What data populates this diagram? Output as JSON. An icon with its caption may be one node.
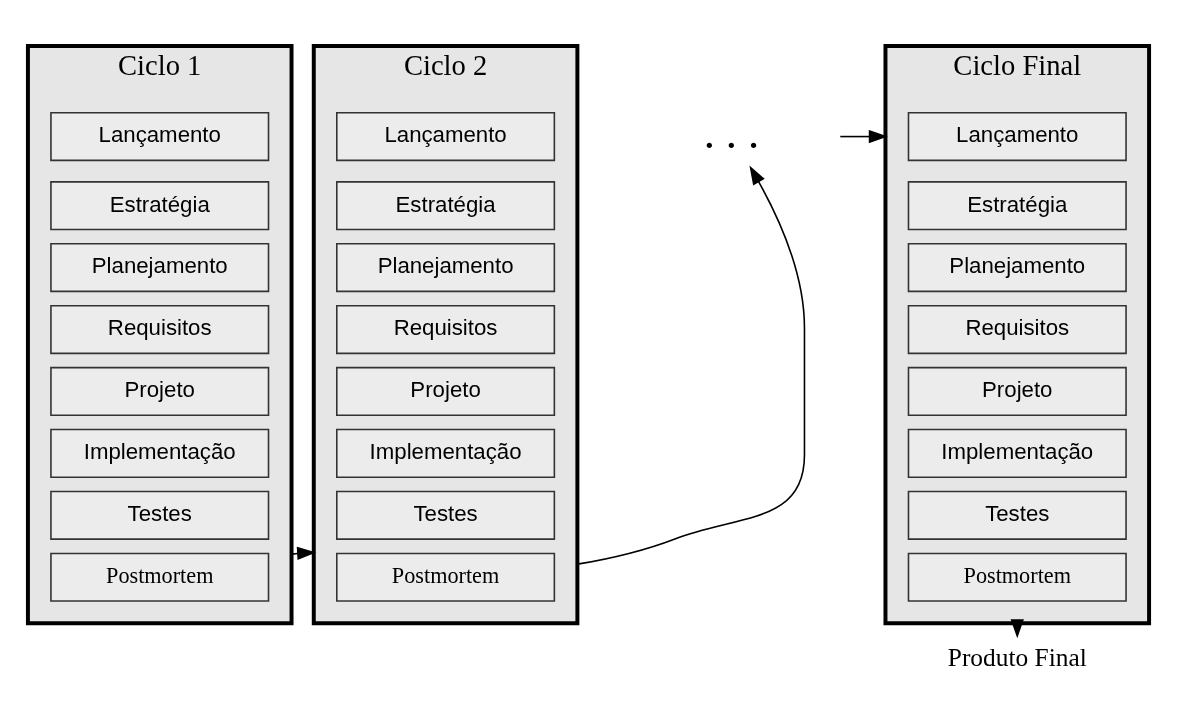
{
  "diagram": {
    "nodes": [
      {
        "text": [
          "Ciclo 1"
        ]
      },
      {
        "text": [
          "Lançamento"
        ],
        "in": 0
      },
      {
        "text": [
          "Estratégia"
        ],
        "in": 0
      },
      {
        "text": [
          "Planejamento"
        ],
        "in": 0
      },
      {
        "text": [
          "Requisitos"
        ],
        "in": 0
      },
      {
        "text": [
          "Projeto"
        ],
        "in": 0
      },
      {
        "text": [
          "Implementação"
        ],
        "in": 0
      },
      {
        "text": [
          "Testes"
        ],
        "in": 0
      },
      {
        "text": [
          "Postmortem"
        ],
        "in": 0
      },
      {
        "text": [
          "Ciclo 2"
        ]
      },
      {
        "text": [
          "Lançamento"
        ],
        "in": 9
      },
      {
        "text": [
          "Estratégia"
        ],
        "in": 9
      },
      {
        "text": [
          "Planejamento"
        ],
        "in": 9
      },
      {
        "text": [
          "Requisitos"
        ],
        "in": 9
      },
      {
        "text": [
          "Projeto"
        ],
        "in": 9
      },
      {
        "text": [
          "Implementação"
        ],
        "in": 9
      },
      {
        "text": [
          "Testes"
        ],
        "in": 9
      },
      {
        "text": [
          "Postmortem"
        ],
        "in": 9
      },
      {
        "text": [
          ". . ."
        ]
      },
      {
        "text": [
          "Ciclo Final"
        ]
      },
      {
        "text": [
          "Lançamento"
        ],
        "in": 19
      },
      {
        "text": [
          "Estratégia"
        ],
        "in": 19
      },
      {
        "text": [
          "Planejamento"
        ],
        "in": 19
      },
      {
        "text": [
          "Requisitos"
        ],
        "in": 19
      },
      {
        "text": [
          "Projeto"
        ],
        "in": 19
      },
      {
        "text": [
          "Implementação"
        ],
        "in": 19
      },
      {
        "text": [
          "Testes"
        ],
        "in": 19
      },
      {
        "text": [
          "Postmortem"
        ],
        "in": 19
      },
      {
        "text": [
          "Produto Final"
        ]
      }
    ],
    "edges": [
      {
        "from": 0,
        "to": 9,
        "arrow": "to"
      },
      {
        "from": 9,
        "to": 18,
        "arrow": "to"
      },
      {
        "from": 18,
        "to": 19,
        "arrow": "to"
      },
      {
        "from": 19,
        "to": 28,
        "arrow": "to"
      }
    ]
  }
}
